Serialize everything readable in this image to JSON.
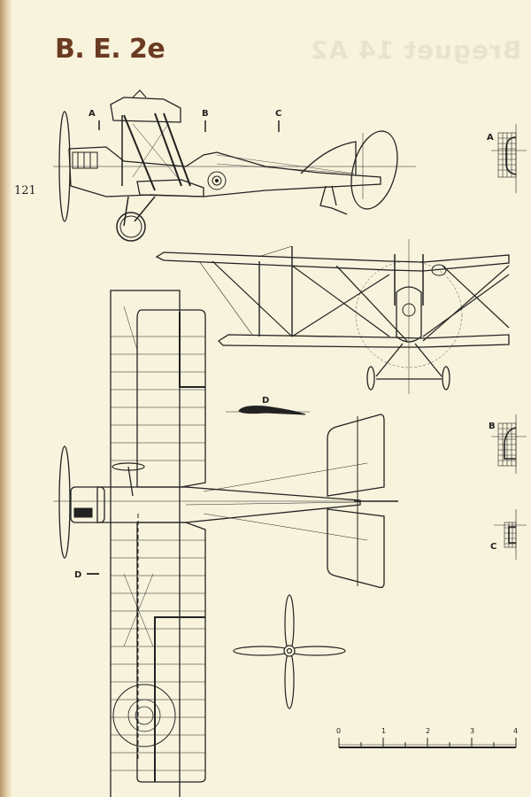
{
  "page": {
    "title": "B. E. 2e",
    "page_number": "121",
    "bleed_through_title": "Breguet 14 A2"
  },
  "side_view": {
    "station_labels": [
      "A",
      "B",
      "C"
    ]
  },
  "plan_view": {
    "section_label": "D"
  },
  "airfoil": {
    "label": "D"
  },
  "sections": [
    {
      "label": "A"
    },
    {
      "label": "B"
    },
    {
      "label": "C"
    }
  ],
  "scale_bar": {
    "ticks": [
      "0",
      "1",
      "2",
      "3",
      "4"
    ]
  },
  "colors": {
    "paper": "#f8f3dc",
    "ink": "#222222",
    "title": "#6b3a22"
  }
}
